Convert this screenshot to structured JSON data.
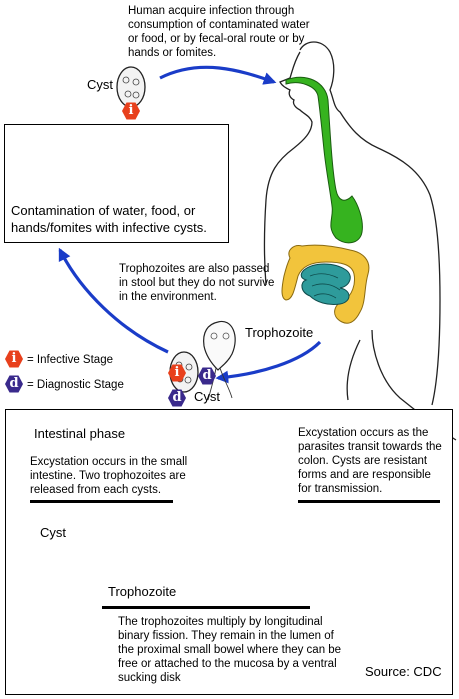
{
  "colors": {
    "infective": "#e8401c",
    "diagnostic": "#3a2a8c",
    "arrow": "#1a3cc8",
    "esophagus": "#36b31f",
    "colon": "#f2c43c",
    "small_intestine": "#2e9b9b"
  },
  "icons": {
    "infective_letter": "i",
    "diagnostic_letter": "d"
  },
  "top": {
    "infection_text": "Human acquire infection through consumption of contaminated water or food, or by fecal-oral route or by hands or fomites.",
    "cyst_label": "Cyst"
  },
  "contamination_box": {
    "caption": "Contamination of water, food, or hands/fomites with infective cysts."
  },
  "middle": {
    "trophozoite_note": "Trophozoites are also passed in stool but they do not survive  in the environment.",
    "trophozoite_label": "Trophozoite",
    "cyst_label": "Cyst"
  },
  "legend": {
    "infective": "= Infective Stage",
    "diagnostic": "= Diagnostic Stage"
  },
  "intestinal": {
    "title": "Intestinal phase",
    "left_text": "Excystation occurs in the small intestine. Two trophozoites are released from each cysts.",
    "right_text": "Excystation occurs as the parasites transit towards the colon. Cysts are resistant forms and are responsible for transmission.",
    "cyst_label": "Cyst",
    "trophozoite_label": "Trophozoite",
    "bottom_text": "The trophozoites multiply by longitudinal binary fission. They remain in the lumen of the proximal small bowel where they can be free or attached to the mucosa by a ventral sucking disk",
    "source": "Source: CDC"
  }
}
